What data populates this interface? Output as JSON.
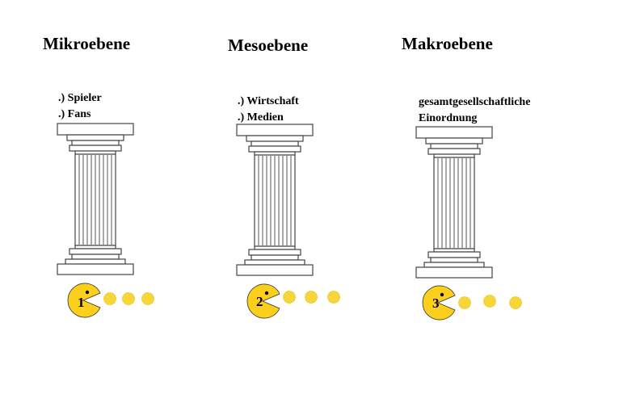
{
  "levels": [
    {
      "heading": "Mikroebene",
      "caption": [
        ".) Spieler",
        ".) Fans"
      ],
      "number": "1"
    },
    {
      "heading": "Mesoebene",
      "caption": [
        ".) Wirtschaft",
        ".) Medien"
      ],
      "number": "2"
    },
    {
      "heading": "Makroebene",
      "caption": [
        "gesamtgesellschaftliche",
        "Einordnung"
      ],
      "number": "3"
    }
  ],
  "colors": {
    "pacman": "#fbcf1c",
    "pellet": "#f7d63a",
    "pillar_stroke": "#444444",
    "pillar_fill": "#ffffff"
  },
  "icons": {
    "pillar": "greek-column-icon",
    "pacman": "pacman-icon",
    "pellet": "pellet-icon"
  }
}
